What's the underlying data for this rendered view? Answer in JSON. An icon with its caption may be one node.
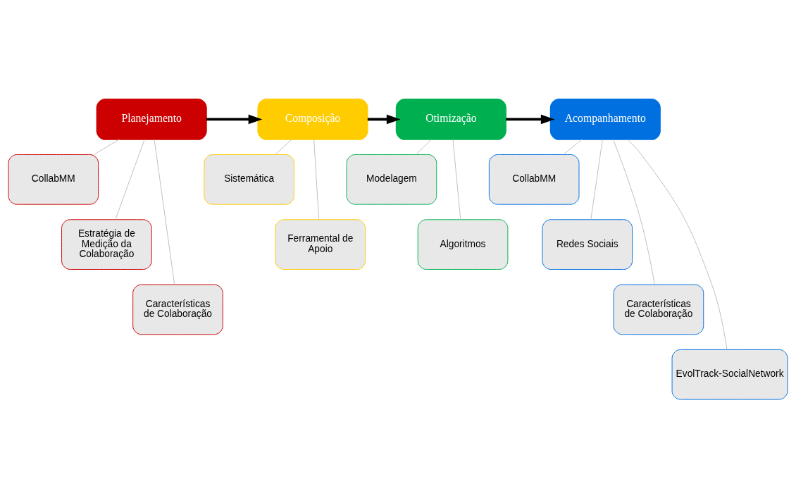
{
  "diagram": {
    "nodes": [
      {
        "text": [
          "Planejamento"
        ]
      },
      {
        "text": [
          "Composição"
        ]
      },
      {
        "text": [
          "Otimização"
        ]
      },
      {
        "text": [
          "Acompanhamento"
        ]
      },
      {
        "text": [
          "CollabMM"
        ]
      },
      {
        "text": [
          "Estratégia de Medição da Colaboração"
        ]
      },
      {
        "text": [
          "Características de Colaboração"
        ]
      },
      {
        "text": [
          "Sistemática"
        ]
      },
      {
        "text": [
          "Ferramental de Apoio"
        ]
      },
      {
        "text": [
          "Modelagem"
        ]
      },
      {
        "text": [
          "Algoritmos"
        ]
      },
      {
        "text": [
          "CollabMM"
        ]
      },
      {
        "text": [
          "Redes Sociais"
        ]
      },
      {
        "text": [
          "Características de Colaboração"
        ]
      },
      {
        "text": [
          "EvolTrack-SocialNetwork"
        ]
      }
    ],
    "edges": [
      {
        "from": 0,
        "to": 1,
        "arrow": "to",
        "style": "thick",
        "color": "#000000"
      },
      {
        "from": 1,
        "to": 2,
        "arrow": "to",
        "style": "thick",
        "color": "#000000"
      },
      {
        "from": 2,
        "to": 3,
        "arrow": "to",
        "style": "thick",
        "color": "#000000"
      },
      {
        "from": 0,
        "to": 4,
        "arrow": "none"
      },
      {
        "from": 0,
        "to": 5,
        "arrow": "none"
      },
      {
        "from": 0,
        "to": 6,
        "arrow": "none"
      },
      {
        "from": 1,
        "to": 7,
        "arrow": "none"
      },
      {
        "from": 1,
        "to": 8,
        "arrow": "none"
      },
      {
        "from": 2,
        "to": 9,
        "arrow": "none"
      },
      {
        "from": 2,
        "to": 10,
        "arrow": "none"
      },
      {
        "from": 3,
        "to": 11,
        "arrow": "none"
      },
      {
        "from": 3,
        "to": 12,
        "arrow": "none"
      },
      {
        "from": 3,
        "to": 13,
        "arrow": "none"
      },
      {
        "from": 3,
        "to": 14,
        "arrow": "none"
      }
    ]
  }
}
